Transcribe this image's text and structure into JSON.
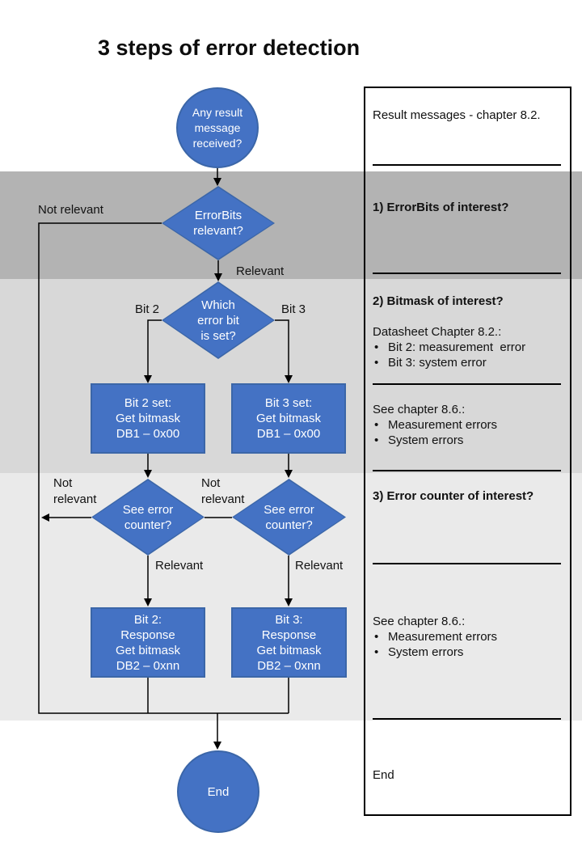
{
  "title": "3 steps of error detection",
  "colors": {
    "node_fill": "#4472c4",
    "node_border": "#3b66a8",
    "band_step1": "#b3b3b3",
    "band_step2": "#d8d8d8",
    "band_step3": "#eaeaea",
    "connector": "#000000"
  },
  "nodes": {
    "start": "Any result\nmessage\nreceived?",
    "errorbits_relevant": "ErrorBits\nrelevant?",
    "which_error_bit": "Which\nerror bit\nis set?",
    "bit2_set": "Bit 2 set:\nGet bitmask\nDB1 – 0x00",
    "bit3_set": "Bit 3 set:\nGet bitmask\nDB1 – 0x00",
    "see_error_counter_left": "See error\ncounter?",
    "see_error_counter_right": "See error\ncounter?",
    "bit2_response": "Bit 2:\nResponse\nGet bitmask\nDB2 – 0xnn",
    "bit3_response": "Bit 3:\nResponse\nGet bitmask\nDB2 – 0xnn",
    "end": "End"
  },
  "edge_labels": {
    "not_relevant_top": "Not relevant",
    "relevant_top": "Relevant",
    "bit2": "Bit 2",
    "bit3": "Bit 3",
    "not_relevant_left": "Not\nrelevant",
    "not_relevant_middle": "Not\nrelevant",
    "relevant_left": "Relevant",
    "relevant_right": "Relevant"
  },
  "panel": {
    "bullet_glyph": "•",
    "result_messages": "Result messages - chapter 8.2.",
    "step1_heading": "1) ErrorBits of interest?",
    "step2_heading": "2) Bitmask of interest?",
    "step2_sub": "Datasheet Chapter 8.2.:",
    "step2_bullets": [
      "Bit 2: measurement  error",
      "Bit 3: system error"
    ],
    "step2b_sub": "See chapter 8.6.:",
    "step2b_bullets": [
      "Measurement errors",
      "System errors"
    ],
    "step3_heading": "3) Error counter of interest?",
    "step3_sub": "See chapter 8.6.:",
    "step3_bullets": [
      "Measurement errors",
      "System errors"
    ],
    "end_label": "End"
  }
}
